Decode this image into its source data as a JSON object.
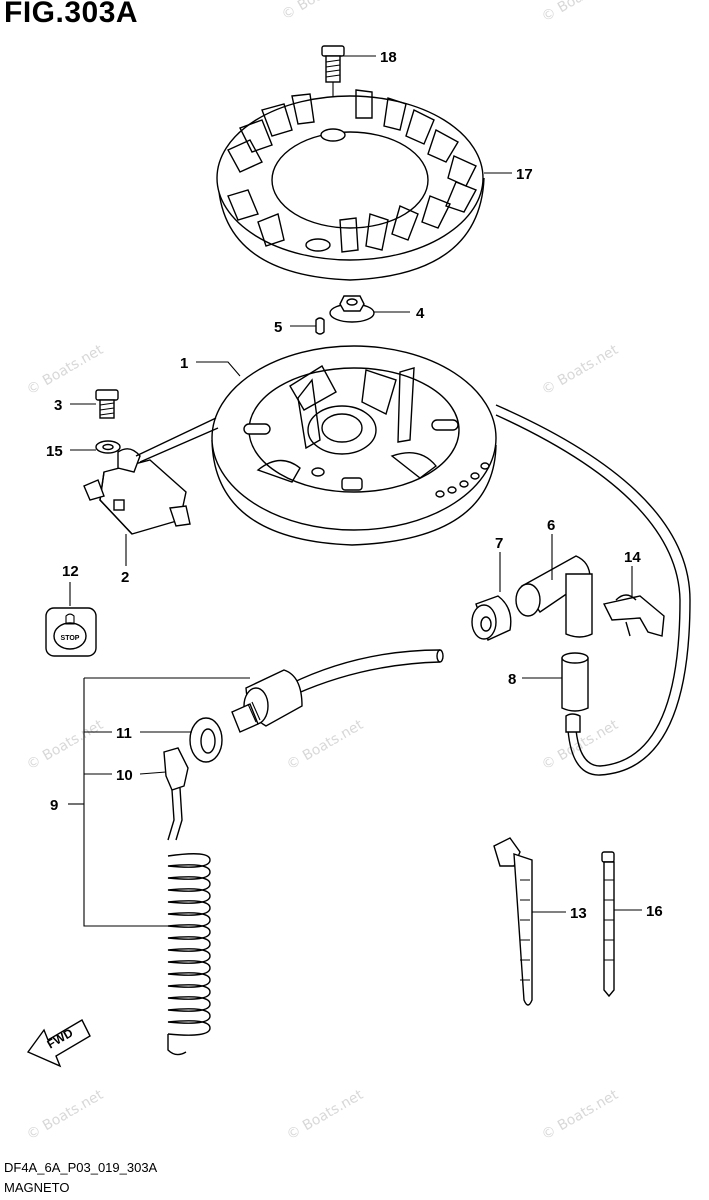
{
  "figure": {
    "title": "FIG.303A",
    "code": "DF4A_6A_P03_019_303A",
    "name": "MAGNETO"
  },
  "watermark": "© Boats.net",
  "direction_marker": "FWD",
  "stop_label": "STOP",
  "callouts": [
    "1",
    "2",
    "3",
    "4",
    "5",
    "6",
    "7",
    "8",
    "9",
    "10",
    "11",
    "12",
    "13",
    "14",
    "15",
    "16",
    "17",
    "18"
  ]
}
